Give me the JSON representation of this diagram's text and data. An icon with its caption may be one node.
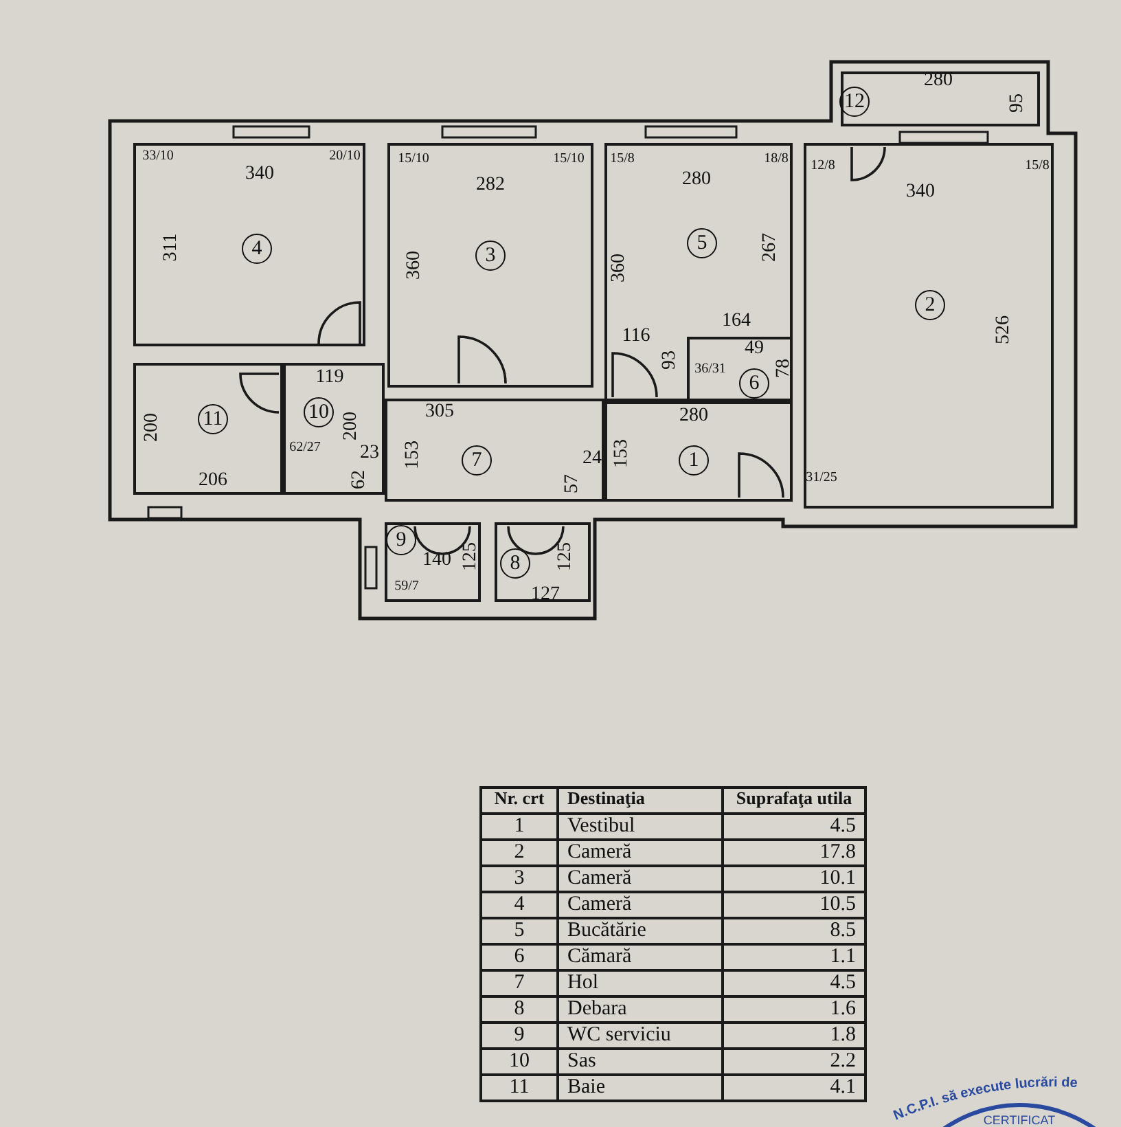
{
  "diagram": {
    "nodes": [
      {
        "text": [
          "280",
          "12",
          "95"
        ]
      },
      {
        "text": [
          "33/10",
          "20/10",
          "340",
          "311",
          "4"
        ]
      },
      {
        "text": [
          "15/10",
          "15/10",
          "282",
          "360",
          "3"
        ]
      },
      {
        "text": [
          "15/8",
          "18/8",
          "280",
          "360",
          "5",
          "267",
          "164",
          "116",
          "93"
        ]
      },
      {
        "text": [
          "12/8",
          "15/8",
          "340",
          "2",
          "526",
          "31/25"
        ]
      },
      {
        "text": [
          "49",
          "36/31",
          "6",
          "78"
        ],
        "in": 3
      },
      {
        "text": [
          "200",
          "11",
          "206"
        ]
      },
      {
        "text": [
          "119",
          "10",
          "200",
          "62/27",
          "23",
          "62"
        ]
      },
      {
        "text": [
          "305",
          "153",
          "7",
          "24",
          "57"
        ]
      },
      {
        "text": [
          "280",
          "153",
          "1"
        ]
      },
      {
        "text": [
          "9",
          "140",
          "125",
          "59/7"
        ]
      },
      {
        "text": [
          "8",
          "125",
          "127"
        ]
      }
    ],
    "labels": [
      "Nr. crt",
      "Destinaţia",
      "Suprafaţa utila",
      "1",
      "Vestibul",
      "4.5",
      "2",
      "Cameră",
      "17.8",
      "3",
      "Cameră",
      "10.1",
      "4",
      "Cameră",
      "10.5",
      "5",
      "Bucătărie",
      "8.5",
      "6",
      "Cămară",
      "1.1",
      "7",
      "Hol",
      "4.5",
      "8",
      "Debara",
      "1.6",
      "9",
      "WC serviciu",
      "1.8",
      "10",
      "Sas",
      "2.2",
      "11",
      "Baie",
      "4.1",
      "N.C.P.I. să execute lucrări de",
      "CERTIFICAT"
    ]
  }
}
